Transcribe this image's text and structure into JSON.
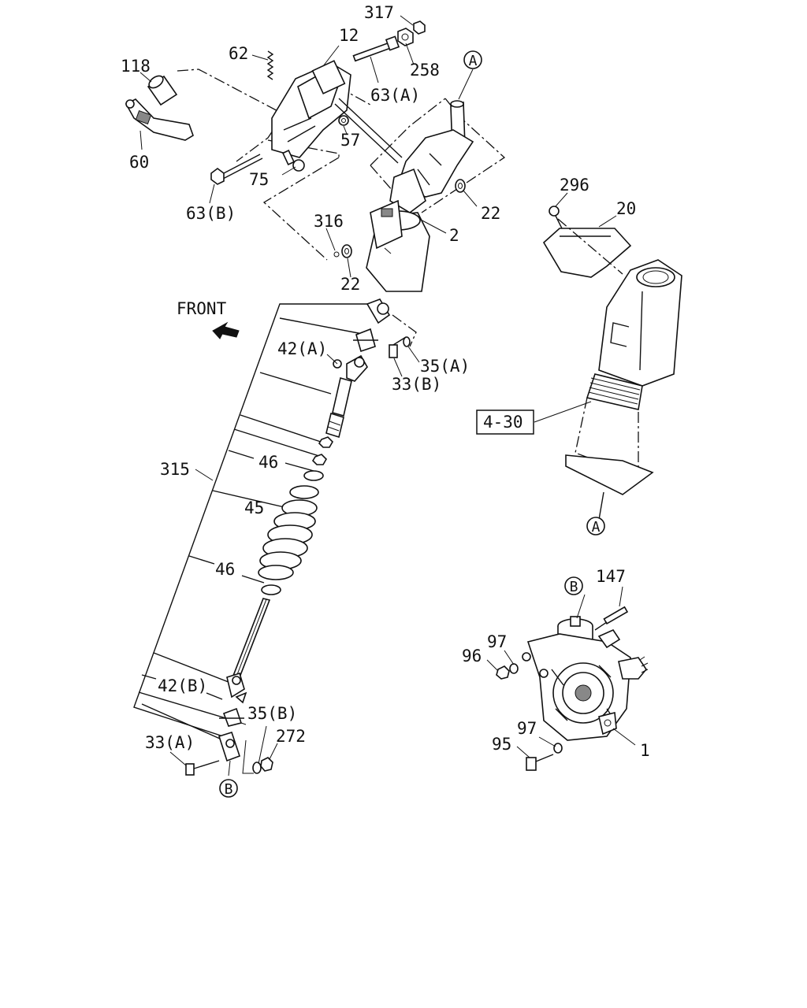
{
  "labels": {
    "p317": "317",
    "p12": "12",
    "p62": "62",
    "p118": "118",
    "p258": "258",
    "p63a": "63(A)",
    "p57": "57",
    "p60": "60",
    "p75": "75",
    "p63b": "63(B)",
    "p22a": "22",
    "p316": "316",
    "p2": "2",
    "p22b": "22",
    "p296": "296",
    "p20": "20",
    "front": "FRONT",
    "p42a": "42(A)",
    "p35a": "35(A)",
    "p33b": "33(B)",
    "p430": "4-30",
    "p315": "315",
    "p46a": "46",
    "p45": "45",
    "p46b": "46",
    "p147": "147",
    "p97a": "97",
    "p96": "96",
    "p42b": "42(B)",
    "p35b": "35(B)",
    "p97b": "97",
    "p33a": "33(A)",
    "p272": "272",
    "p95": "95",
    "p1": "1"
  },
  "callouts": {
    "a_top": "A",
    "a_bottom": "A",
    "b_top": "B",
    "b_bottom": "B"
  },
  "icons": {
    "front_arrow": "front-arrow-icon"
  }
}
